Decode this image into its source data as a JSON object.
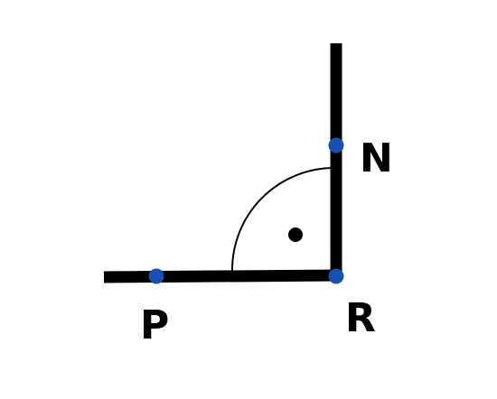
{
  "diagram": {
    "labels": {
      "N": "N",
      "P": "P",
      "R": "R"
    },
    "colors": {
      "ray": "#000000",
      "point": "#1750b0",
      "arc": "#000000",
      "right_angle_dot": "#000000",
      "background": "#ffffff"
    },
    "angle": {
      "vertex": "R",
      "measure_degrees": 90,
      "marker": "arc-with-dot"
    }
  }
}
